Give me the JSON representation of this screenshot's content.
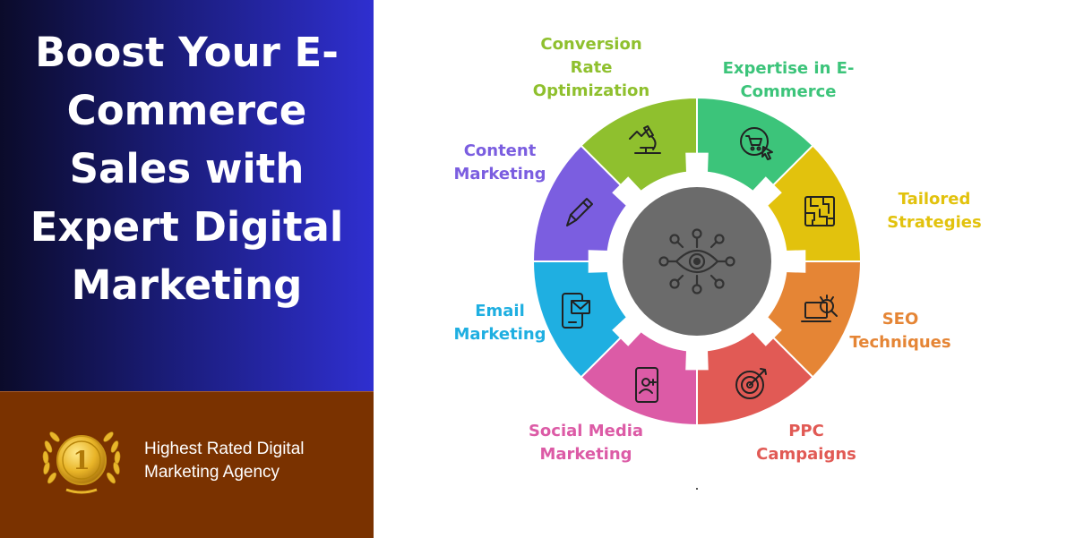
{
  "headline": {
    "lines": [
      "Boost Your E-",
      "Commerce",
      "Sales with",
      "Expert Digital",
      "Marketing"
    ]
  },
  "award": {
    "lines": [
      "Highest Rated Digital",
      "Marketing Agency"
    ],
    "medal_icon": "gold-medal-number-one-icon"
  },
  "center_icon": "eye-network-icon",
  "segments": [
    {
      "id": "expertise",
      "lines": [
        "Expertise in E-",
        "Commerce"
      ],
      "color": "#3cc47a",
      "icon": "shopping-cart-cursor-icon"
    },
    {
      "id": "tailored",
      "lines": [
        "Tailored",
        "Strategies"
      ],
      "color": "#e2c20d",
      "icon": "maze-icon"
    },
    {
      "id": "seo",
      "lines": [
        "SEO",
        "Techniques"
      ],
      "color": "#e58535",
      "icon": "laptop-search-icon"
    },
    {
      "id": "ppc",
      "lines": [
        "PPC",
        "Campaigns"
      ],
      "color": "#e15a55",
      "icon": "target-arrow-icon"
    },
    {
      "id": "social",
      "lines": [
        "Social Media",
        "Marketing"
      ],
      "color": "#dc5ba6",
      "icon": "phone-add-user-icon"
    },
    {
      "id": "email",
      "lines": [
        "Email",
        "Marketing"
      ],
      "color": "#1fafe1",
      "icon": "phone-mail-icon"
    },
    {
      "id": "content",
      "lines": [
        "Content",
        "Marketing"
      ],
      "color": "#7b5ee0",
      "icon": "pen-icon"
    },
    {
      "id": "conversion",
      "lines": [
        "Conversion",
        "Rate",
        "Optimization"
      ],
      "color": "#8fc02e",
      "icon": "microscope-chart-icon"
    }
  ],
  "colors": {
    "hub": "#6b6b6b",
    "headline_gradient": [
      "#0b0b2a",
      "#2f2fd0"
    ],
    "award_background": "#7a3200"
  }
}
